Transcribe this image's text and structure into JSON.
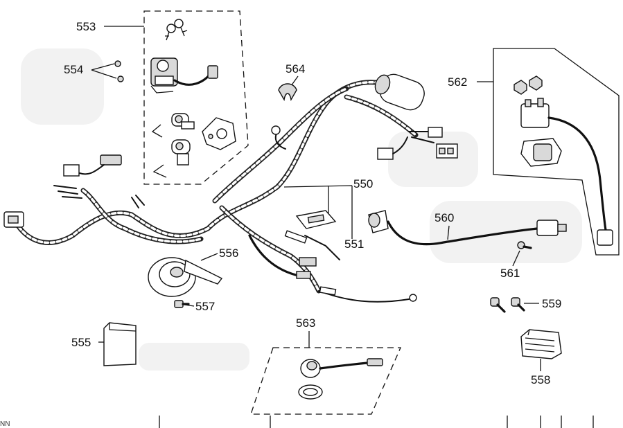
{
  "callouts": {
    "c550": "550",
    "c551": "551",
    "c553": "553",
    "c554": "554",
    "c555": "555",
    "c556": "556",
    "c557": "557",
    "c558": "558",
    "c559": "559",
    "c560": "560",
    "c561": "561",
    "c562": "562",
    "c563": "563",
    "c564": "564"
  },
  "footer_text": "NN"
}
